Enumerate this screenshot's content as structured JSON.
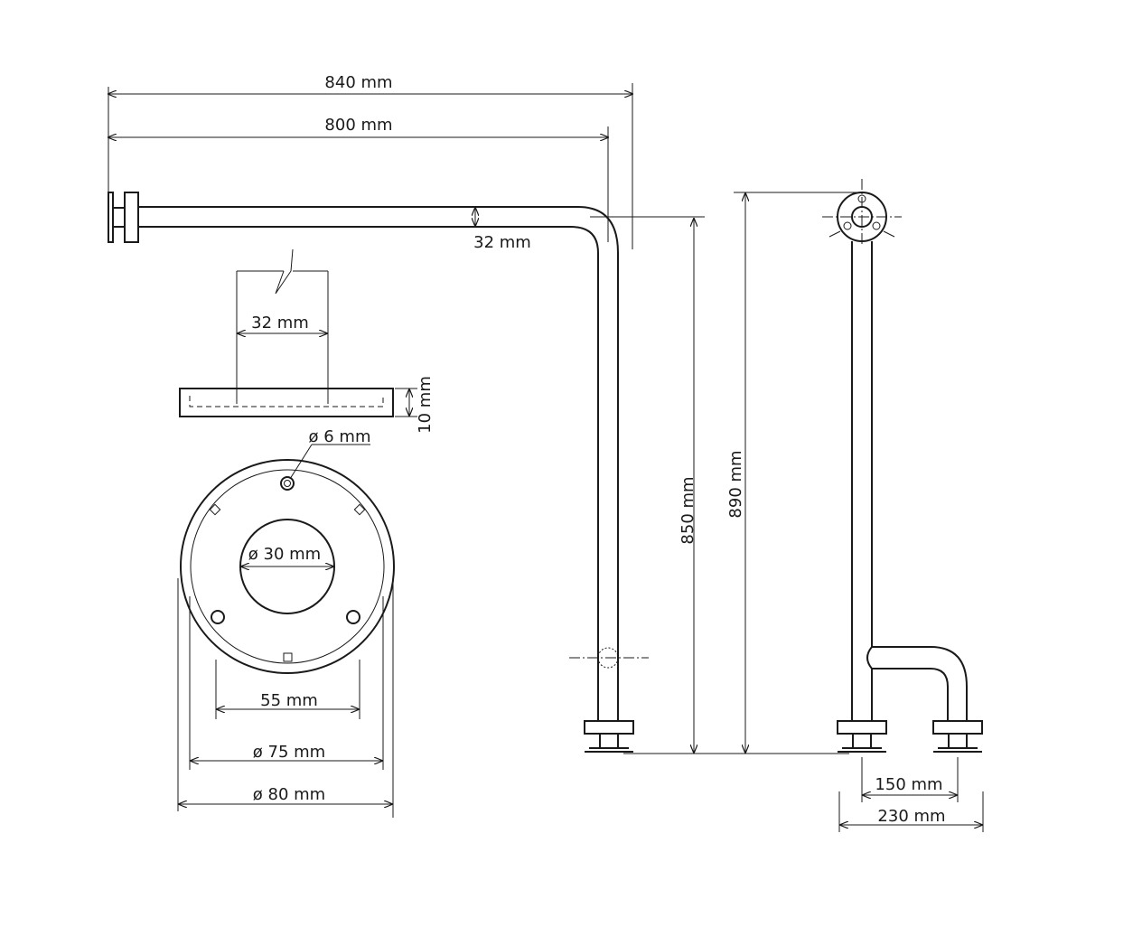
{
  "labels": {
    "total_width": "840 mm",
    "inner_width": "800 mm",
    "tube_height": "32 mm",
    "tube_width": "32 mm",
    "flange_thickness": "10 mm",
    "screw_hole": "ø 6 mm",
    "center_hole": "ø 30 mm",
    "hole_spacing": "55 mm",
    "plate_inner_diameter": "ø 75 mm",
    "plate_outer_diameter": "ø 80 mm",
    "height_850": "850 mm",
    "height_890": "890 mm",
    "foot_spacing": "150 mm",
    "side_depth": "230 mm"
  },
  "colors": {
    "line": "#1a1a1a",
    "background": "#ffffff"
  }
}
